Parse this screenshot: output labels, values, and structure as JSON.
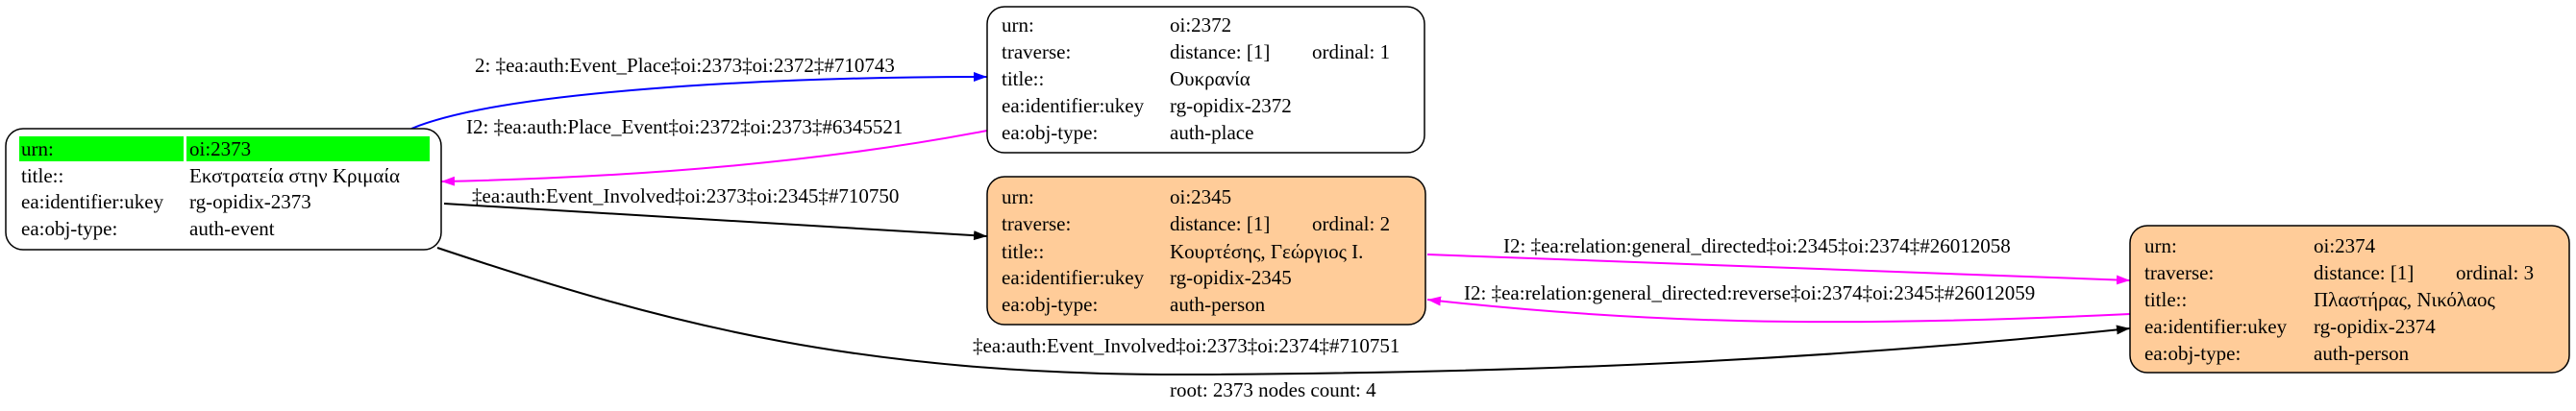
{
  "field_labels": {
    "urn": "urn:",
    "traverse": "traverse:",
    "title": "title::",
    "ukey": "ea:identifier:ukey",
    "obj_type": "ea:obj-type:"
  },
  "nodes": [
    {
      "urn": "oi:2373",
      "title": "Εκστρατεία στην Κριμαία",
      "ukey": "rg-opidix-2373",
      "obj_type": "auth-event",
      "fill": "#ffffff",
      "highlight": "#00ff00"
    },
    {
      "urn": "oi:2372",
      "distance": "distance: [1]",
      "ordinal": "ordinal: 1",
      "title": "Ουκρανία",
      "ukey": "rg-opidix-2372",
      "obj_type": "auth-place",
      "fill": "#ffffff"
    },
    {
      "urn": "oi:2345",
      "distance": "distance: [1]",
      "ordinal": "ordinal: 2",
      "title": "Κουρτέσης, Γεώργιος Ι.",
      "ukey": "rg-opidix-2345",
      "obj_type": "auth-person",
      "fill": "#ffcc99"
    },
    {
      "urn": "oi:2374",
      "distance": "distance: [1]",
      "ordinal": "ordinal: 3",
      "title": "Πλαστήρας, Νικόλαος",
      "ukey": "rg-opidix-2374",
      "obj_type": "auth-person",
      "fill": "#ffcc99"
    }
  ],
  "edges": [
    {
      "label": "2: ‡ea:auth:Event_Place‡oi:2373‡oi:2372‡#710743",
      "color": "#0000ff"
    },
    {
      "label": "I2: ‡ea:auth:Place_Event‡oi:2372‡oi:2373‡#6345521",
      "color": "#ff00ff"
    },
    {
      "label": "‡ea:auth:Event_Involved‡oi:2373‡oi:2345‡#710750",
      "color": "#000000"
    },
    {
      "label": "‡ea:auth:Event_Involved‡oi:2373‡oi:2374‡#710751",
      "color": "#000000"
    },
    {
      "label": "I2: ‡ea:relation:general_directed‡oi:2345‡oi:2374‡#26012058",
      "color": "#ff00ff"
    },
    {
      "label": "I2: ‡ea:relation:general_directed:reverse‡oi:2374‡oi:2345‡#26012059",
      "color": "#ff00ff"
    }
  ],
  "footer": "root: 2373 nodes count: 4"
}
